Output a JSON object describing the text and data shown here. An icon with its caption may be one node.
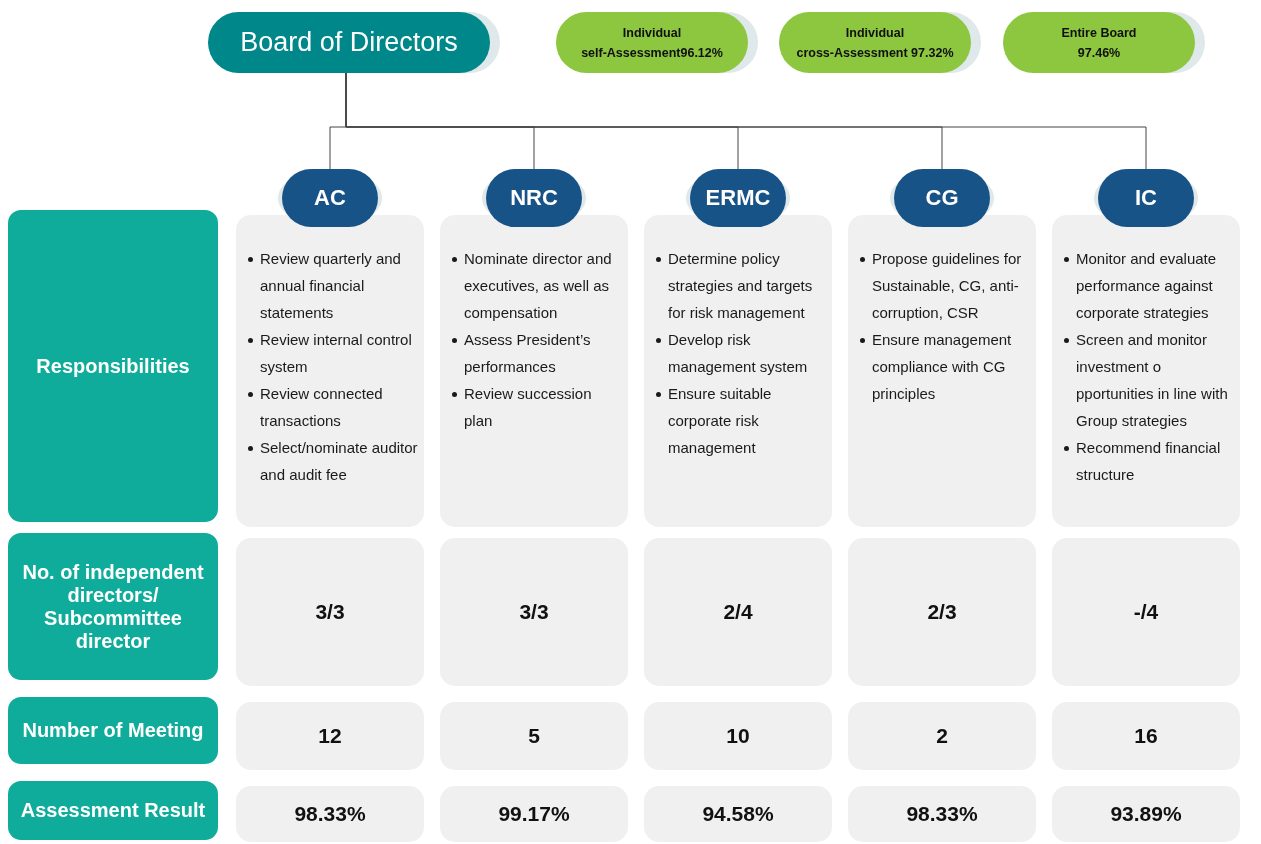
{
  "diagram": {
    "nodes": [
      {
        "text": [
          "Board of Directors"
        ]
      },
      {
        "text": [
          "Individual",
          "self-Assessment96.12%"
        ]
      },
      {
        "text": [
          "Individual",
          "cross-Assessment 97.32%"
        ]
      },
      {
        "text": [
          "Entire Board",
          "97.46%"
        ]
      },
      {
        "text": [
          "AC"
        ]
      },
      {
        "text": [
          "NRC"
        ]
      },
      {
        "text": [
          "ERMC"
        ]
      },
      {
        "text": [
          "CG"
        ]
      },
      {
        "text": [
          "IC"
        ]
      },
      {
        "text": [
          "Responsibilities"
        ]
      },
      {
        "text": [
          "Review quarterly and annual financial statements",
          "Review internal control system",
          "Review connected transactions",
          "Select/nominate auditor and audit fee"
        ]
      },
      {
        "text": [
          "Nominate director and executives, as well as compensation",
          "Assess President’s performances",
          "Review succession plan"
        ]
      },
      {
        "text": [
          "Determine policy strategies and targets for risk management",
          "Develop risk management system",
          "Ensure suitable corporate risk management"
        ]
      },
      {
        "text": [
          "Propose guidelines for Sustainable, CG, anti-corruption, CSR",
          "Ensure management compliance with CG principles"
        ]
      },
      {
        "text": [
          "Monitor and evaluate performance against corporate strategies",
          "Screen and monitor investment o pportunities in line with Group strategies",
          "Recommend financial structure"
        ]
      },
      {
        "text": [
          "No. of independent directors/ Subcommittee director"
        ]
      },
      {
        "text": [
          "3/3"
        ]
      },
      {
        "text": [
          "3/3"
        ]
      },
      {
        "text": [
          "2/4"
        ]
      },
      {
        "text": [
          "2/3"
        ]
      },
      {
        "text": [
          "-/4"
        ]
      },
      {
        "text": [
          "Number of Meeting"
        ]
      },
      {
        "text": [
          "12"
        ]
      },
      {
        "text": [
          "5"
        ]
      },
      {
        "text": [
          "10"
        ]
      },
      {
        "text": [
          "2"
        ]
      },
      {
        "text": [
          "16"
        ]
      },
      {
        "text": [
          "Assessment Result"
        ]
      },
      {
        "text": [
          "98.33%"
        ]
      },
      {
        "text": [
          "99.17%"
        ]
      },
      {
        "text": [
          "94.58%"
        ]
      },
      {
        "text": [
          "98.33%"
        ]
      },
      {
        "text": [
          "93.89%"
        ]
      }
    ],
    "edges": [
      {
        "from": 0,
        "to": 4,
        "arrow": "none"
      },
      {
        "from": 0,
        "to": 5,
        "arrow": "none"
      },
      {
        "from": 0,
        "to": 6,
        "arrow": "none"
      },
      {
        "from": 0,
        "to": 7,
        "arrow": "none"
      },
      {
        "from": 0,
        "to": 8,
        "arrow": "none"
      }
    ]
  }
}
